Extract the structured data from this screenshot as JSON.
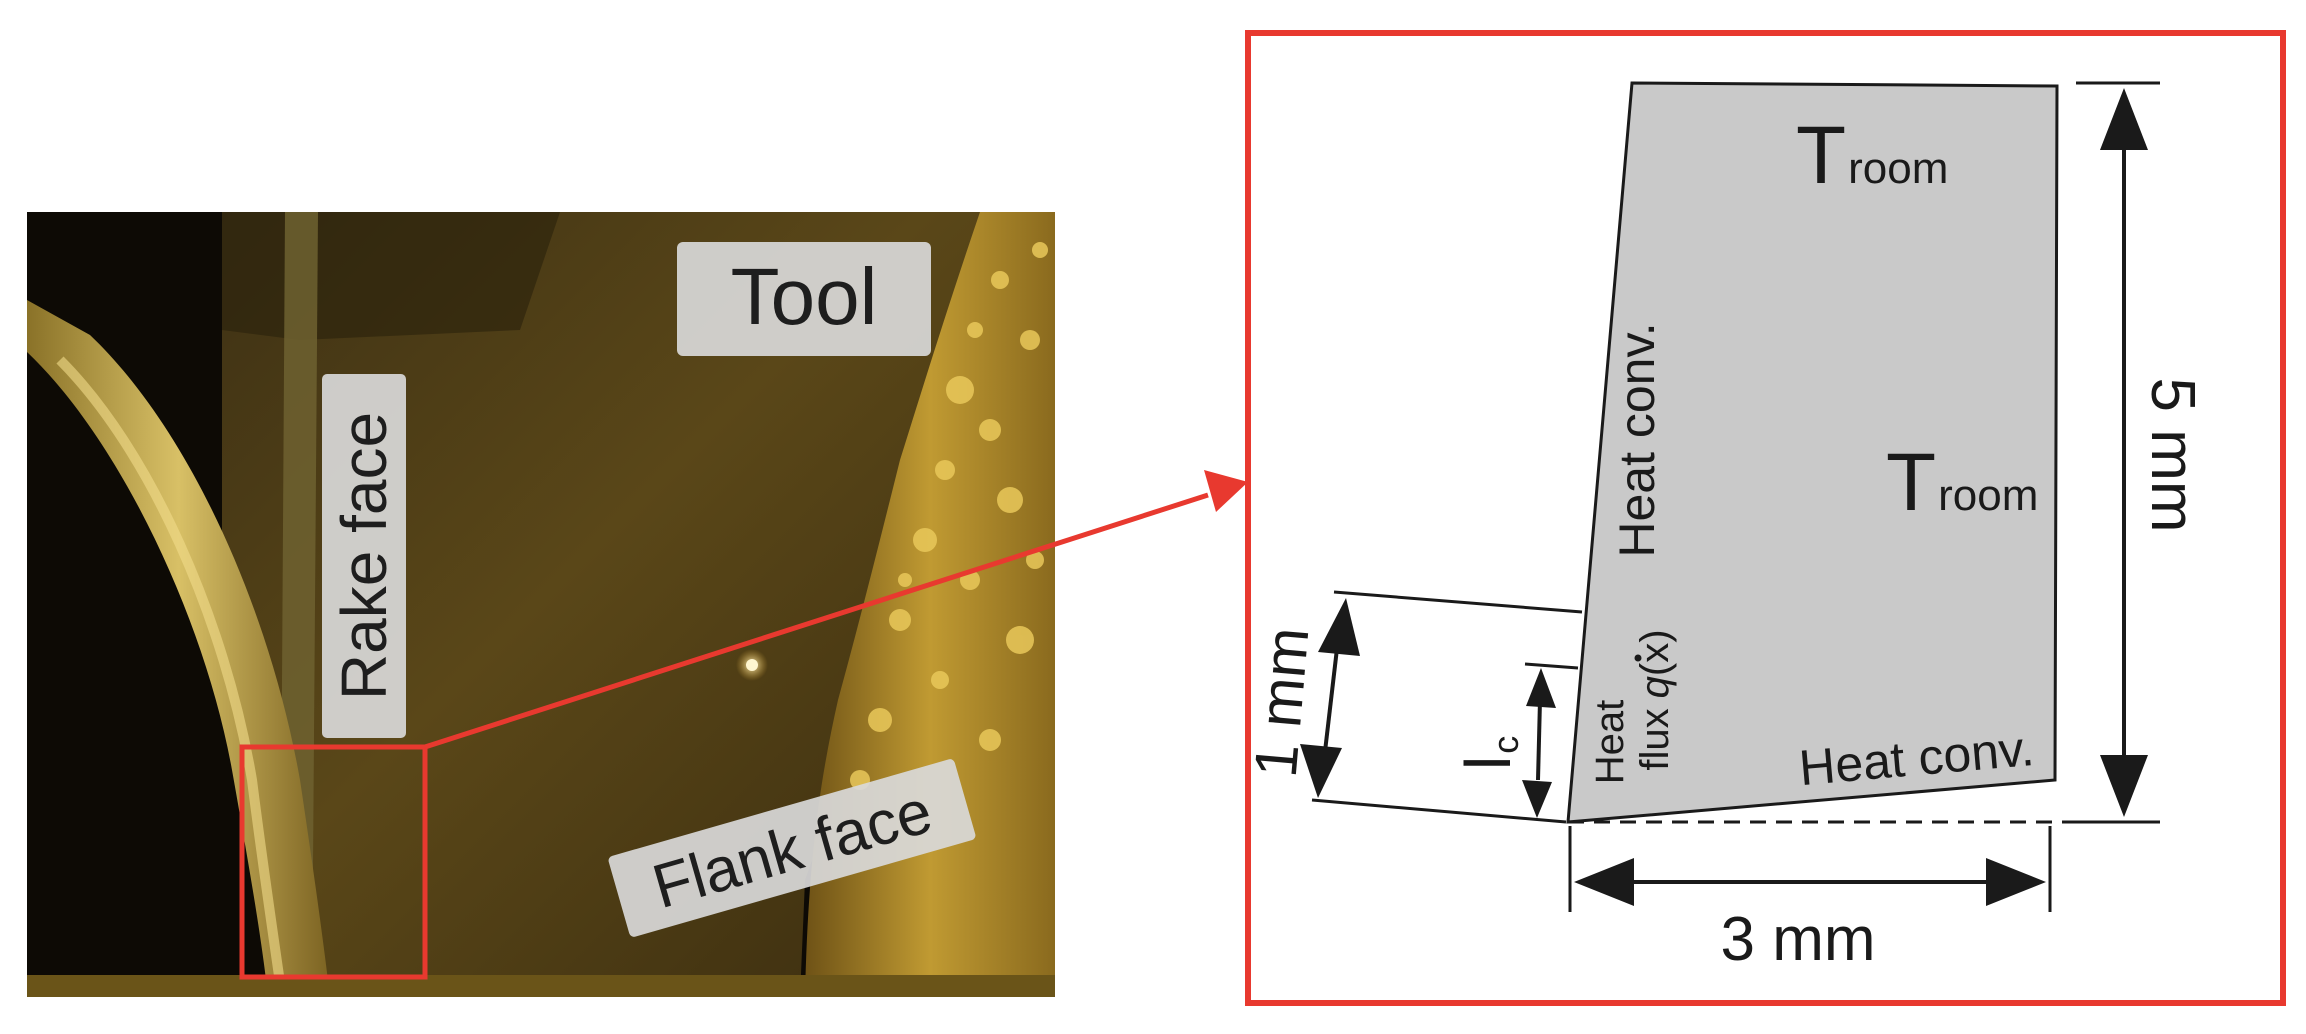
{
  "photo": {
    "label_tool": "Tool",
    "label_rake_face": "Rake face",
    "label_flank_face": "Flank face"
  },
  "model": {
    "t_room_main": "T",
    "t_room_sub": "room",
    "heat_conv_rake": "Heat conv.",
    "heat_conv_flank": "Heat conv.",
    "heat_word": "Heat",
    "flux_word": "flux",
    "flux_symbol": "q",
    "flux_arg": "(x)",
    "lc_main": "l",
    "lc_sub": "c",
    "dim_height": "5 mm",
    "dim_width": "3 mm",
    "dim_contact": "1 mm"
  },
  "colors": {
    "highlight_red": "#e8392f",
    "tool_gray": "#c9c9c9",
    "line_black": "#1a1a1a"
  }
}
